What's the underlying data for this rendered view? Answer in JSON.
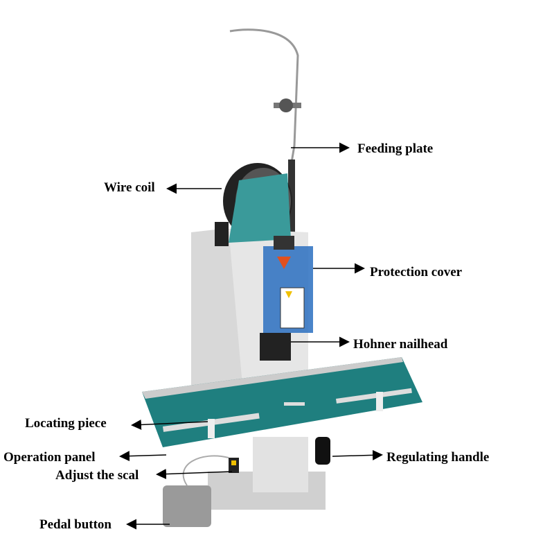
{
  "labels": {
    "feeding_plate": "Feeding plate",
    "wire_coil": "Wire coil",
    "protection_cover": "Protection cover",
    "hohner_nailhead": "Hohner nailhead",
    "locating_piece": "Locating piece",
    "operation_panel": "Operation panel",
    "regulating_handle": "Regulating handle",
    "adjust_scale": "Adjust the scal",
    "pedal_button": "Pedal button"
  },
  "colors": {
    "table": "#1f7f7f",
    "cover": "#2a6fc0",
    "body": "#dcdcdc"
  }
}
